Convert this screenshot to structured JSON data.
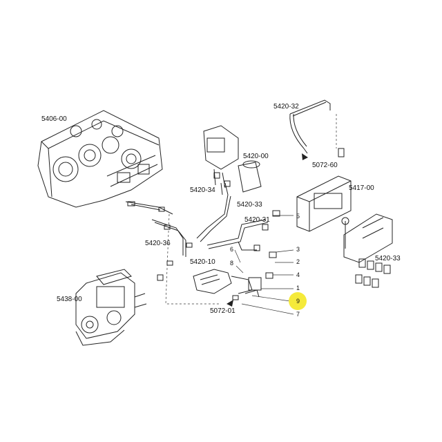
{
  "labels": {
    "l5406_00": "5406-00",
    "l5420_00": "5420-00",
    "l5420_32": "5420-32",
    "l5072_60": "5072-60",
    "l5417_00": "5417-00",
    "l5420_34": "5420-34",
    "l5420_33a": "5420-33",
    "l5420_31": "5420-31",
    "l5420_36": "5420-36",
    "l5420_10": "5420-10",
    "l5438_00": "5438-00",
    "l5072_01": "5072-01",
    "l5420_33b": "5420-33",
    "n5": "5",
    "n3": "3",
    "n2": "2",
    "n4": "4",
    "n1": "1",
    "n9": "9",
    "n7": "7",
    "n6": "6",
    "n8": "8"
  },
  "highlight": {
    "item": "9",
    "color": "#f5ea3a"
  }
}
